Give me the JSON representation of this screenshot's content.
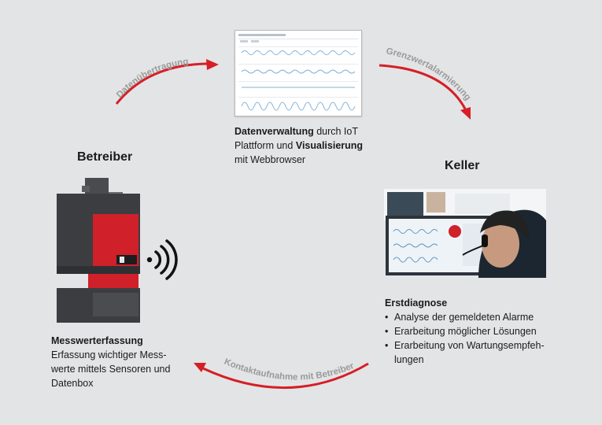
{
  "arrows": {
    "top_left": "Datenübertragung",
    "top_right": "Grenzwertalarmierung",
    "bottom": "Kontaktaufnahme mit Betreiber"
  },
  "platform": {
    "bold1": "Datenverwaltung",
    "text1": " durch IoT",
    "text2": "Plattform und ",
    "bold2": "Visualisierung",
    "text3": "mit Webbrowser"
  },
  "left": {
    "heading": "Betreiber",
    "title": "Messwerterfassung",
    "lines": [
      "Erfassung wichtiger Mess-",
      "werte mittels Sensoren und",
      "Datenbox"
    ]
  },
  "right": {
    "heading": "Keller",
    "title": "Erstdiagnose",
    "bullets": [
      "Analyse der gemeldeten Alarme",
      "Erarbeitung möglicher Lösungen",
      "Erarbeitung von Wartungsempfeh-"
    ],
    "bullet_continuation": "lungen"
  },
  "colors": {
    "arrow": "#d51f26",
    "background": "#e3e4e6",
    "furnace_red": "#d0202a",
    "furnace_body": "#3c3d40"
  }
}
